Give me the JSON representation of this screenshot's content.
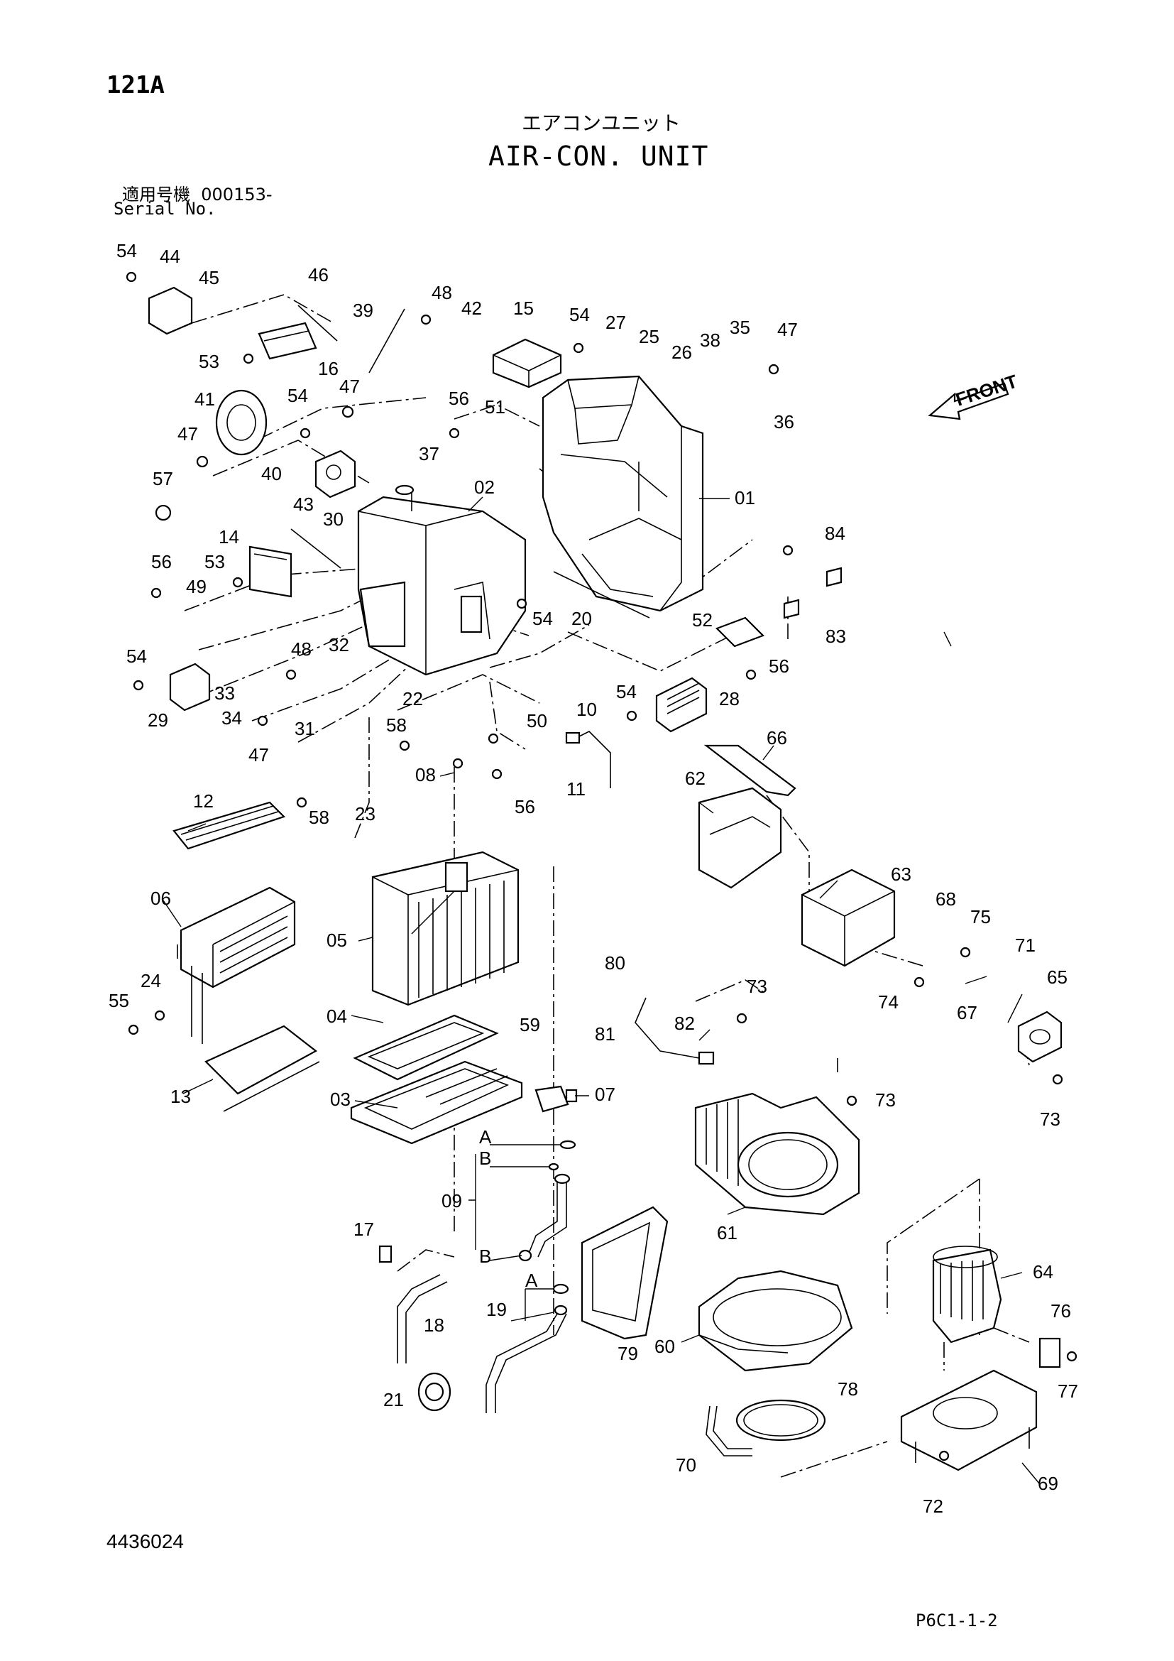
{
  "header": {
    "page_code": "121A",
    "title_jp": "エアコンユニット",
    "title_en": "AIR-CON. UNIT",
    "serial_label_jp": "適用号機",
    "serial_value": "000153-",
    "serial_label_en": "Serial No."
  },
  "footer": {
    "document_number": "4436024",
    "page_reference": "P6C1-1-2"
  },
  "front_arrow_label": "FRONT",
  "part_callouts": [
    "01",
    "02",
    "03",
    "04",
    "05",
    "06",
    "07",
    "08",
    "09",
    "10",
    "11",
    "12",
    "13",
    "14",
    "15",
    "16",
    "17",
    "18",
    "19",
    "20",
    "21",
    "22",
    "23",
    "24",
    "25",
    "26",
    "27",
    "28",
    "29",
    "30",
    "31",
    "32",
    "33",
    "34",
    "35",
    "36",
    "37",
    "38",
    "39",
    "40",
    "41",
    "42",
    "43",
    "44",
    "45",
    "46",
    "47",
    "48",
    "49",
    "50",
    "51",
    "52",
    "53",
    "54",
    "55",
    "56",
    "57",
    "58",
    "59",
    "60",
    "61",
    "62",
    "63",
    "64",
    "65",
    "66",
    "67",
    "68",
    "69",
    "70",
    "71",
    "72",
    "73",
    "74",
    "75",
    "76",
    "77",
    "78",
    "79",
    "80",
    "81",
    "82",
    "83",
    "84"
  ],
  "connection_markers": [
    "A",
    "B"
  ]
}
